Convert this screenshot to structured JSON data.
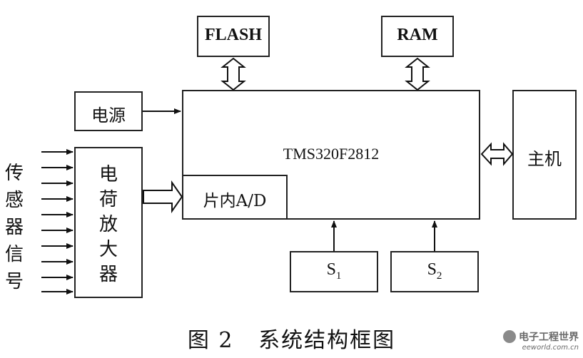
{
  "blocks": {
    "flash": "FLASH",
    "ram": "RAM",
    "power": "电源",
    "tms": "TMS320F2812",
    "ad": "片内A/D",
    "host": "主机",
    "amp": "电荷放大器",
    "sensor": "传感器信号",
    "s1_letter": "S",
    "s1_sub": "1",
    "s2_letter": "S",
    "s2_sub": "2"
  },
  "caption": "图 2   系统结构框图",
  "watermark": {
    "title": "电子工程世界",
    "url": "eeworld.com.cn"
  }
}
